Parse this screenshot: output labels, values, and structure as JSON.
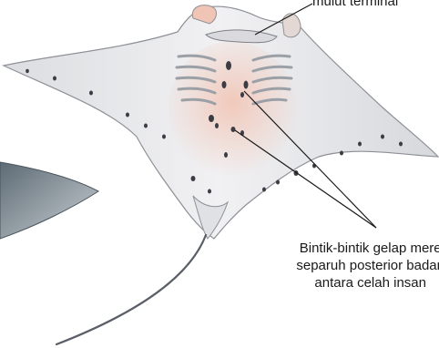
{
  "labels": {
    "top": "mulut terminal",
    "bottom_lines": [
      "Bintik-bintik gelap mere",
      "separuh posterior badan",
      "antara celah insan"
    ]
  },
  "colors": {
    "body": "#ebebed",
    "body_shadow": "#c9cace",
    "blush": "#f2d2c7",
    "spots": "#3c3c44",
    "leader_lines": "#1a1a1a",
    "background": "#ffffff"
  }
}
